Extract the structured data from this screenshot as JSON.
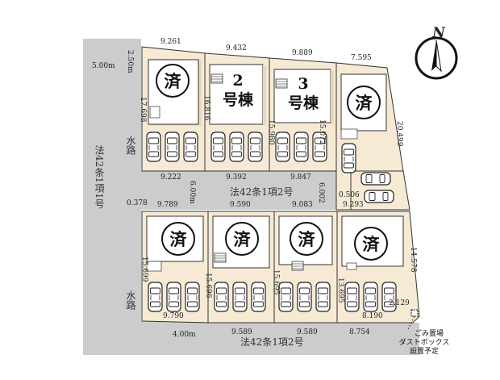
{
  "compass": {
    "label": "N"
  },
  "roads": {
    "left_vertical": "法42条1項1号",
    "left_width": "5.00m",
    "top_left_width": "2.50m",
    "middle": "法42条1項2号",
    "middle_width": "6.00m",
    "bottom": "法42条1項2号",
    "bottom_width": "4.00m",
    "waterway_top": "水路",
    "waterway_bottom": "水路"
  },
  "lots": [
    {
      "id": "lot-1",
      "sold": true,
      "label": "済"
    },
    {
      "id": "lot-2",
      "sold": false,
      "label_line1": "2",
      "label_line2": "号棟"
    },
    {
      "id": "lot-3",
      "sold": false,
      "label_line1": "3",
      "label_line2": "号棟"
    },
    {
      "id": "lot-4",
      "sold": true,
      "label": "済"
    },
    {
      "id": "lot-5",
      "sold": true,
      "label": "済"
    },
    {
      "id": "lot-6",
      "sold": true,
      "label": "済"
    },
    {
      "id": "lot-7",
      "sold": true,
      "label": "済"
    },
    {
      "id": "lot-8",
      "sold": true,
      "label": "済"
    }
  ],
  "dimensions": {
    "top_1": "9.261",
    "top_2": "9.432",
    "top_3": "9.889",
    "top_4": "7.595",
    "row1_bottom_1": "9.222",
    "row1_bottom_2": "9.392",
    "row1_bottom_3": "9.847",
    "right_upper": "20.499",
    "right_lower": "14.578",
    "lot1_depth": "17.698",
    "lot2_depth": "16.816",
    "lot3_depth": "15.980",
    "lot4_depth": "15.072",
    "gap_right": "6.002",
    "gap_left": "0.378",
    "small_0506": "0.506",
    "row2_top_1": "9.789",
    "row2_top_2": "9.590",
    "row2_top_3": "9.083",
    "row2_top_4": "9.293",
    "lot5_depth": "15.699",
    "lot6_depth": "15.696",
    "lot7_depth": "15.695",
    "lot8_depth": "13.695",
    "row2_bottom_1": "9.790",
    "row2_bottom_4": "8.190",
    "corner": "2.129",
    "bottom_1": "9.589",
    "bottom_2": "9.589",
    "bottom_3": "8.754"
  },
  "notes": {
    "line1": "ごみ置場",
    "line2": "ダストボックス",
    "line3": "設置予定"
  }
}
